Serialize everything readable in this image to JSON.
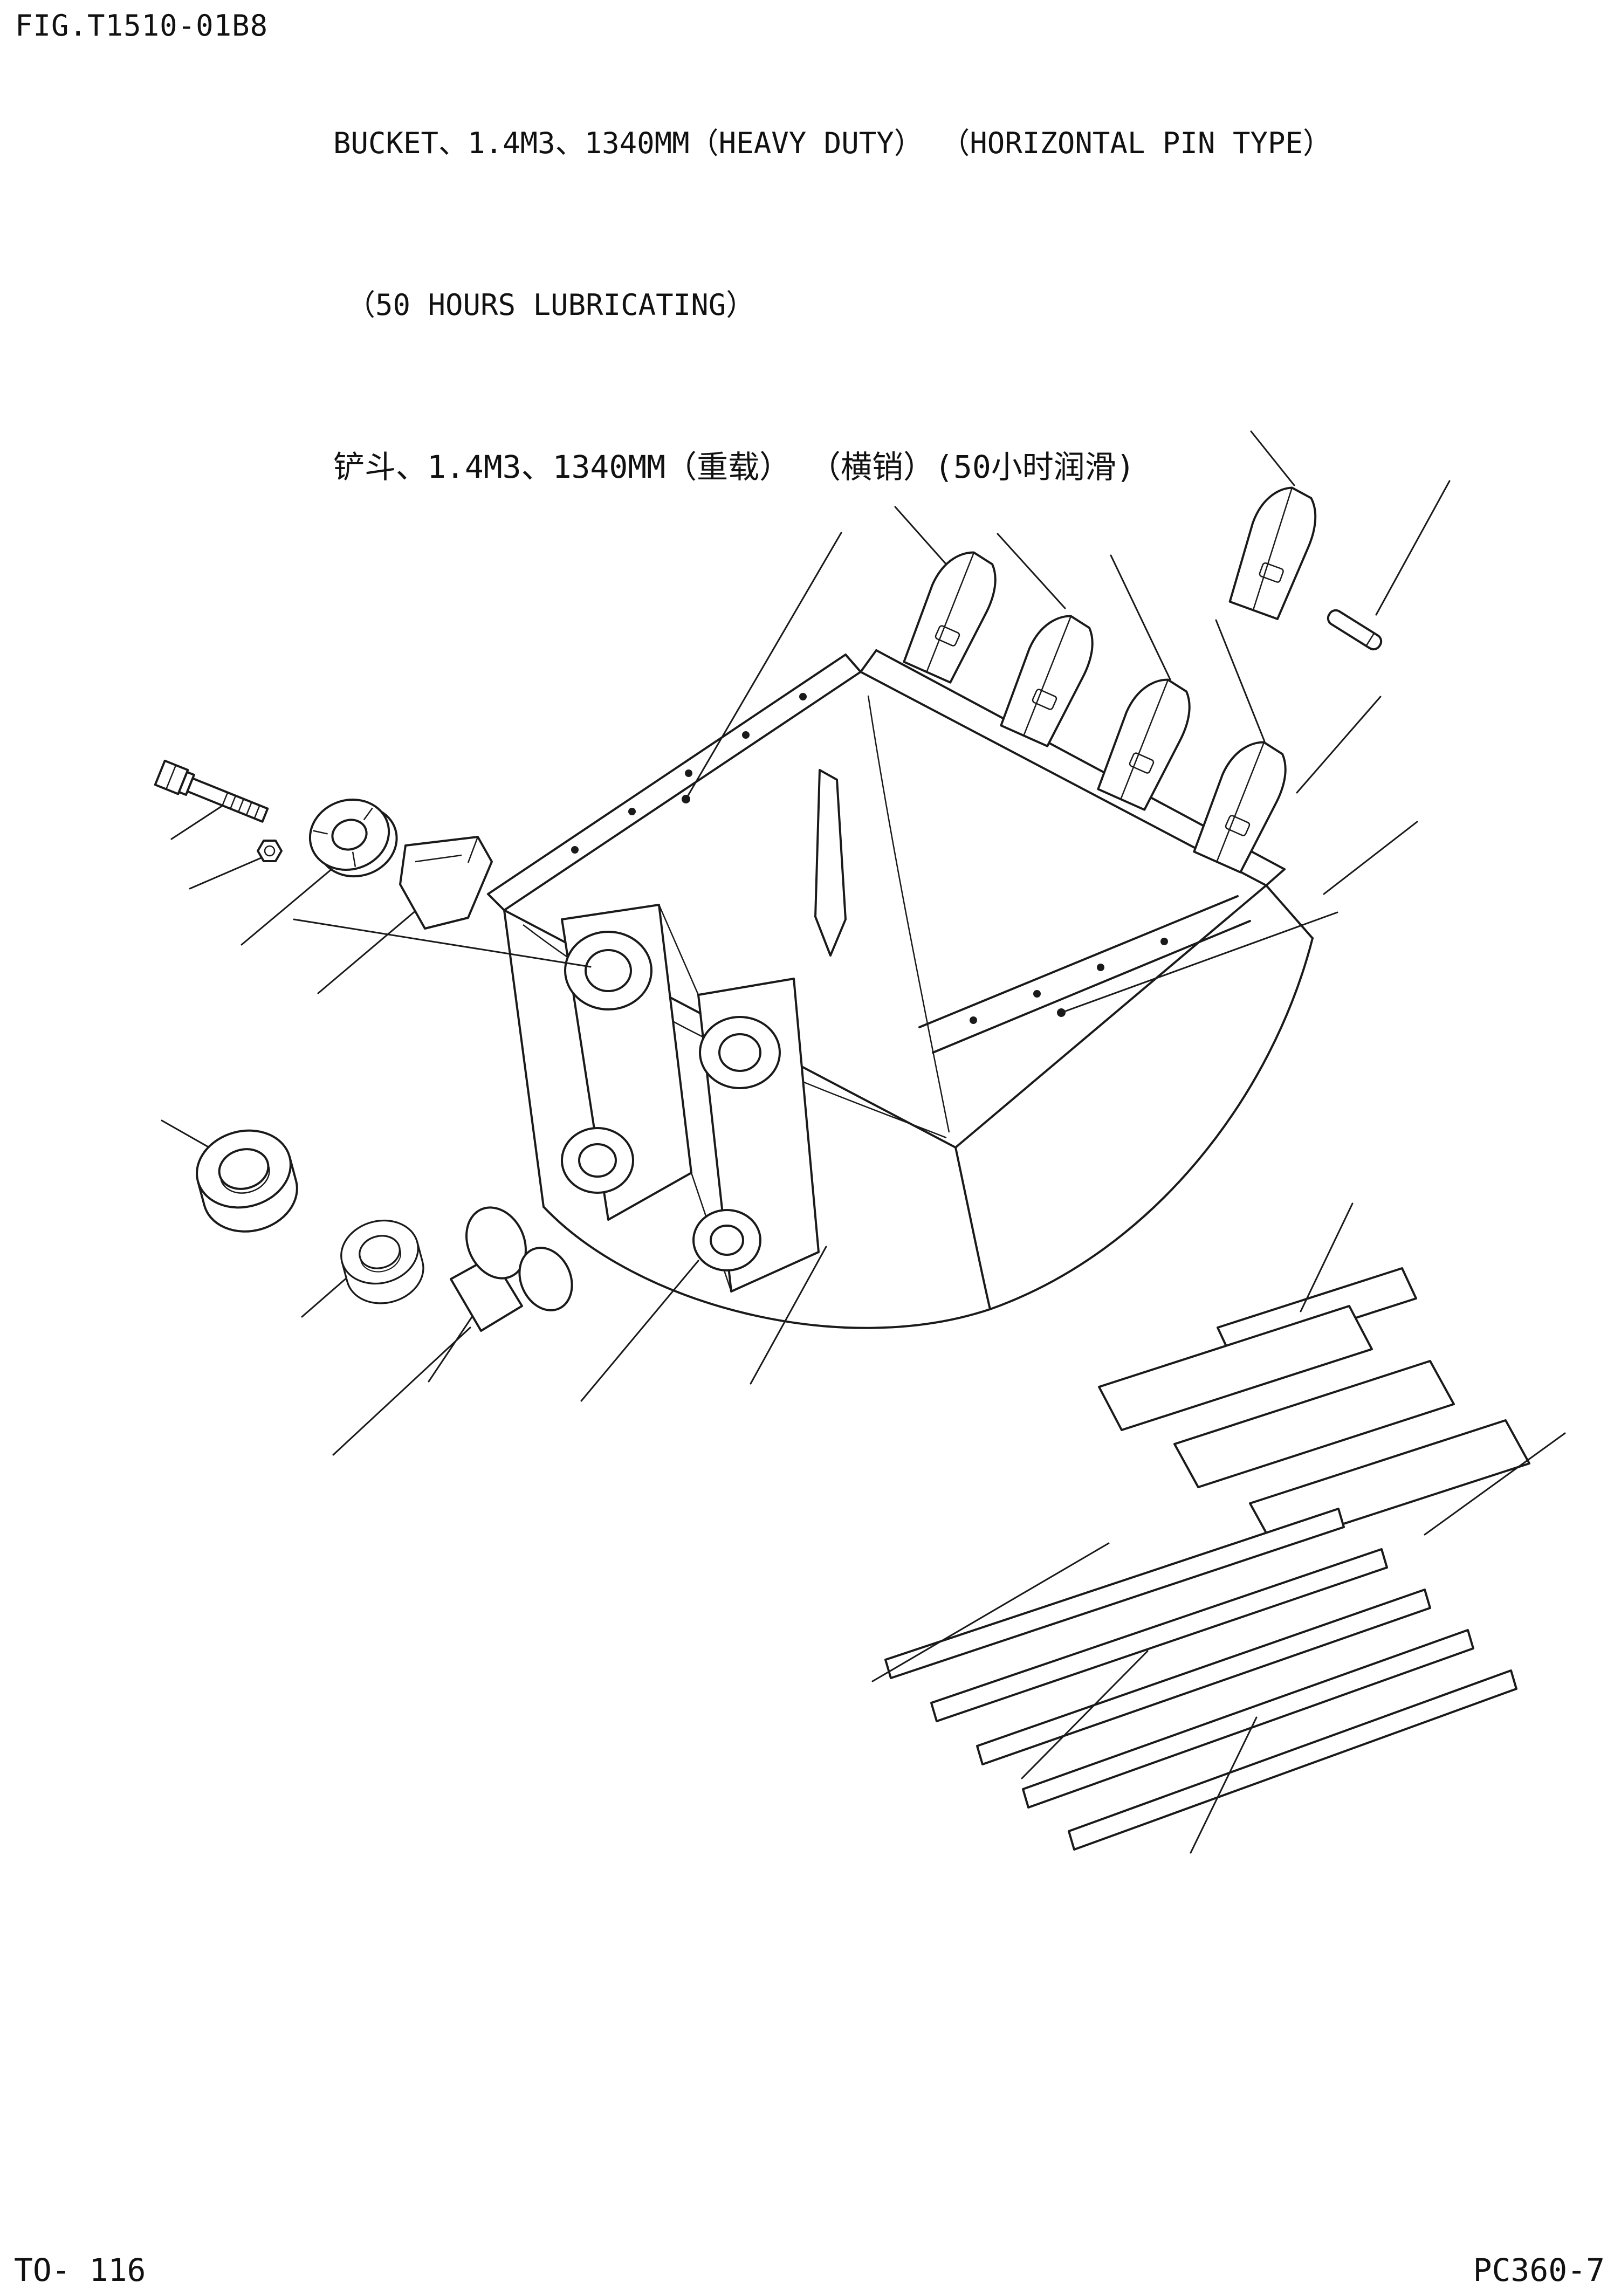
{
  "header": {
    "figure_id": "FIG.T1510-01B8",
    "title_line1": "BUCKET、1.4M3、1340MM（HEAVY DUTY） （HORIZONTAL PIN TYPE）",
    "title_line2": "（50 HOURS LUBRICATING）",
    "title_line3": "铲斗、1.4M3、1340MM（重载） （横销）(50小时润滑)"
  },
  "footer": {
    "page_ref": "TO- 116",
    "model": "PC360-7"
  },
  "diagram": {
    "description": "Exploded line drawing of excavator bucket assembly with teeth, pin, bolt, lock, shim, bushings, seals and wear plate stack",
    "parts": [
      "bucket-body",
      "bucket-tooth",
      "tooth-pin",
      "mounting-bolt",
      "nut",
      "lock-plate",
      "shim-plate",
      "bushing-large",
      "bushing-small",
      "seal-kit",
      "wear-plate-stack"
    ]
  },
  "colors": {
    "ink": "#1a1a1a",
    "paper": "#ffffff"
  }
}
